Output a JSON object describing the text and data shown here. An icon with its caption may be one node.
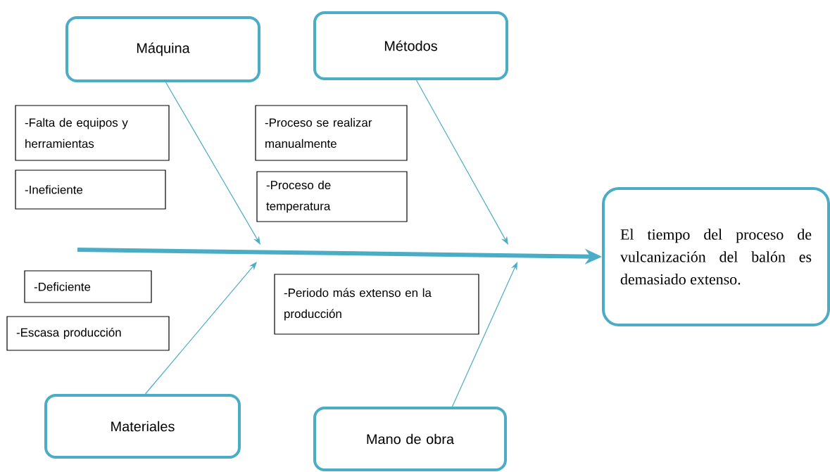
{
  "diagram": {
    "nodes": [
      {
        "text": [
          "Máquina"
        ]
      },
      {
        "text": [
          "Métodos"
        ]
      },
      {
        "text": [
          "El tiempo del proceso de vulcanización del balón es demasiado extenso."
        ]
      },
      {
        "text": [
          "Materiales"
        ]
      },
      {
        "text": [
          "Mano de obra"
        ]
      },
      {
        "text": [
          "-Falta de equipos y herramientas"
        ]
      },
      {
        "text": [
          "-Ineficiente"
        ]
      },
      {
        "text": [
          "-Proceso se realizar manualmente"
        ]
      },
      {
        "text": [
          "-Proceso de temperatura"
        ]
      },
      {
        "text": [
          "-Deficiente"
        ]
      },
      {
        "text": [
          "-Escasa producción"
        ]
      },
      {
        "text": [
          "-Periodo más extenso en la producción"
        ]
      }
    ],
    "edges": [
      {
        "from": null,
        "to": 2,
        "arrow": "to",
        "style": "thick"
      },
      {
        "from": 0,
        "to": null,
        "arrow": "to"
      },
      {
        "from": 1,
        "to": null,
        "arrow": "to"
      },
      {
        "from": 3,
        "to": null,
        "arrow": "to"
      },
      {
        "from": 4,
        "to": null,
        "arrow": "to"
      }
    ]
  }
}
